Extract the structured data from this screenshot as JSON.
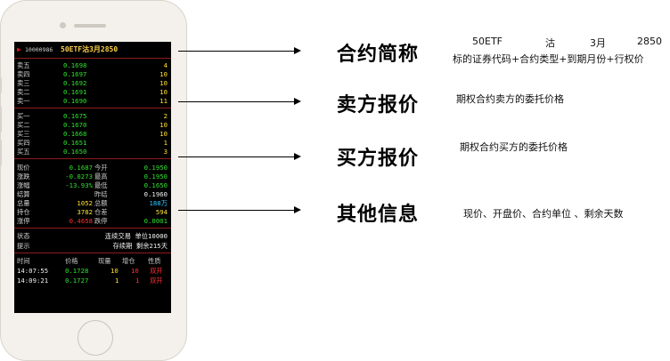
{
  "header": {
    "code": "10000986",
    "name": "50ETF沽3月2850"
  },
  "sell_orders": [
    {
      "label": "卖五",
      "price": "0.1698",
      "qty": "4"
    },
    {
      "label": "卖四",
      "price": "0.1697",
      "qty": "10"
    },
    {
      "label": "卖三",
      "price": "0.1692",
      "qty": "10"
    },
    {
      "label": "卖二",
      "price": "0.1691",
      "qty": "10"
    },
    {
      "label": "卖一",
      "price": "0.1690",
      "qty": "11"
    }
  ],
  "buy_orders": [
    {
      "label": "买一",
      "price": "0.1675",
      "qty": "2"
    },
    {
      "label": "买二",
      "price": "0.1670",
      "qty": "10"
    },
    {
      "label": "买三",
      "price": "0.1668",
      "qty": "10"
    },
    {
      "label": "买四",
      "price": "0.1651",
      "qty": "1"
    },
    {
      "label": "买五",
      "price": "0.1650",
      "qty": "3"
    }
  ],
  "stats": [
    {
      "l1": "现价",
      "v1": "0.1687",
      "l2": "今开",
      "v2": "0.1950"
    },
    {
      "l1": "涨跌",
      "v1": "-0.0273",
      "l2": "最高",
      "v2": "0.1950"
    },
    {
      "l1": "涨幅",
      "v1": "-13.93%",
      "l2": "最低",
      "v2": "0.1650"
    },
    {
      "l1": "结算",
      "v1": "",
      "l2": "昨结",
      "v2": "0.1960"
    },
    {
      "l1": "总量",
      "v1": "1052",
      "l2": "总额",
      "v2": "188万"
    },
    {
      "l1": "持仓",
      "v1": "3782",
      "l2": "仓差",
      "v2": "594"
    },
    {
      "l1": "涨停",
      "v1": "0.4658",
      "l2": "跌停",
      "v2": "0.0001"
    }
  ],
  "status": {
    "state_label": "状态",
    "state_value": "连续交易 单位10000",
    "hint_label": "提示",
    "hint_value": "存续期 剩余215天"
  },
  "ticks": {
    "headers": [
      "时间",
      "价格",
      "现量",
      "增仓",
      "性质"
    ],
    "rows": [
      {
        "time": "14:07:55",
        "price": "0.1728",
        "vol": "10",
        "chg": "10",
        "nature": "双开"
      },
      {
        "time": "14:09:21",
        "price": "0.1727",
        "vol": "1",
        "chg": "1",
        "nature": "双开"
      }
    ]
  },
  "annotations": [
    {
      "title": "合约简称",
      "desc": [
        "标的证券代码+合约类型+到期月份+行权价"
      ]
    },
    {
      "title": "卖方报价",
      "desc": [
        "期权合约卖方的委托价格"
      ]
    },
    {
      "title": "买方报价",
      "desc": [
        "期权合约买方的委托价格"
      ]
    },
    {
      "title": "其他信息",
      "desc": [
        "现价、开盘价、合约单位 、剩余天数"
      ]
    }
  ],
  "contract_breakdown": [
    "50ETF",
    "沽",
    "3月",
    "2850"
  ]
}
